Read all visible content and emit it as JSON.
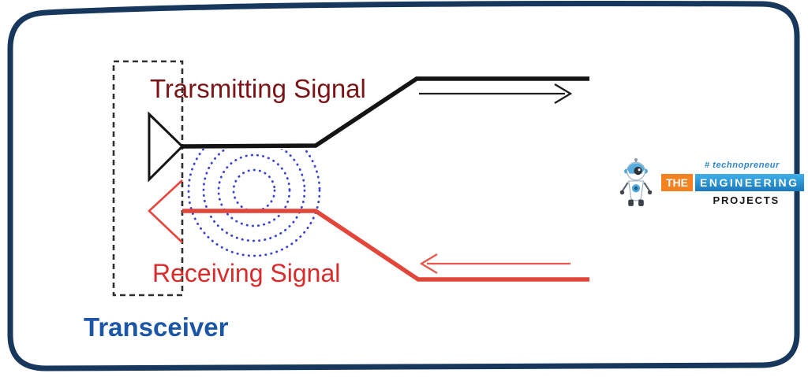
{
  "diagram": {
    "transmitting_label": "Trarsmitting Signal",
    "receiving_label": "Receiving Signal",
    "transceiver_label": "Transceiver"
  },
  "logo": {
    "tagline": "# technopreneur",
    "brand_the": "THE",
    "brand_engineering": "ENGINEERING",
    "brand_projects": "PROJECTS"
  },
  "colors": {
    "frame_border": "#17375D",
    "transmit_text": "#7A1416",
    "receive_text": "#D92B2B",
    "transceiver_text": "#1B56A7",
    "signal_black": "#141414",
    "signal_red": "#E2453A",
    "wave_blue": "#3B45CF",
    "dashed_box": "#2F2F2F",
    "logo_orange": "#F5821F",
    "logo_blue": "#2D9CDB",
    "logo_tagline_blue": "#2E86C8"
  }
}
